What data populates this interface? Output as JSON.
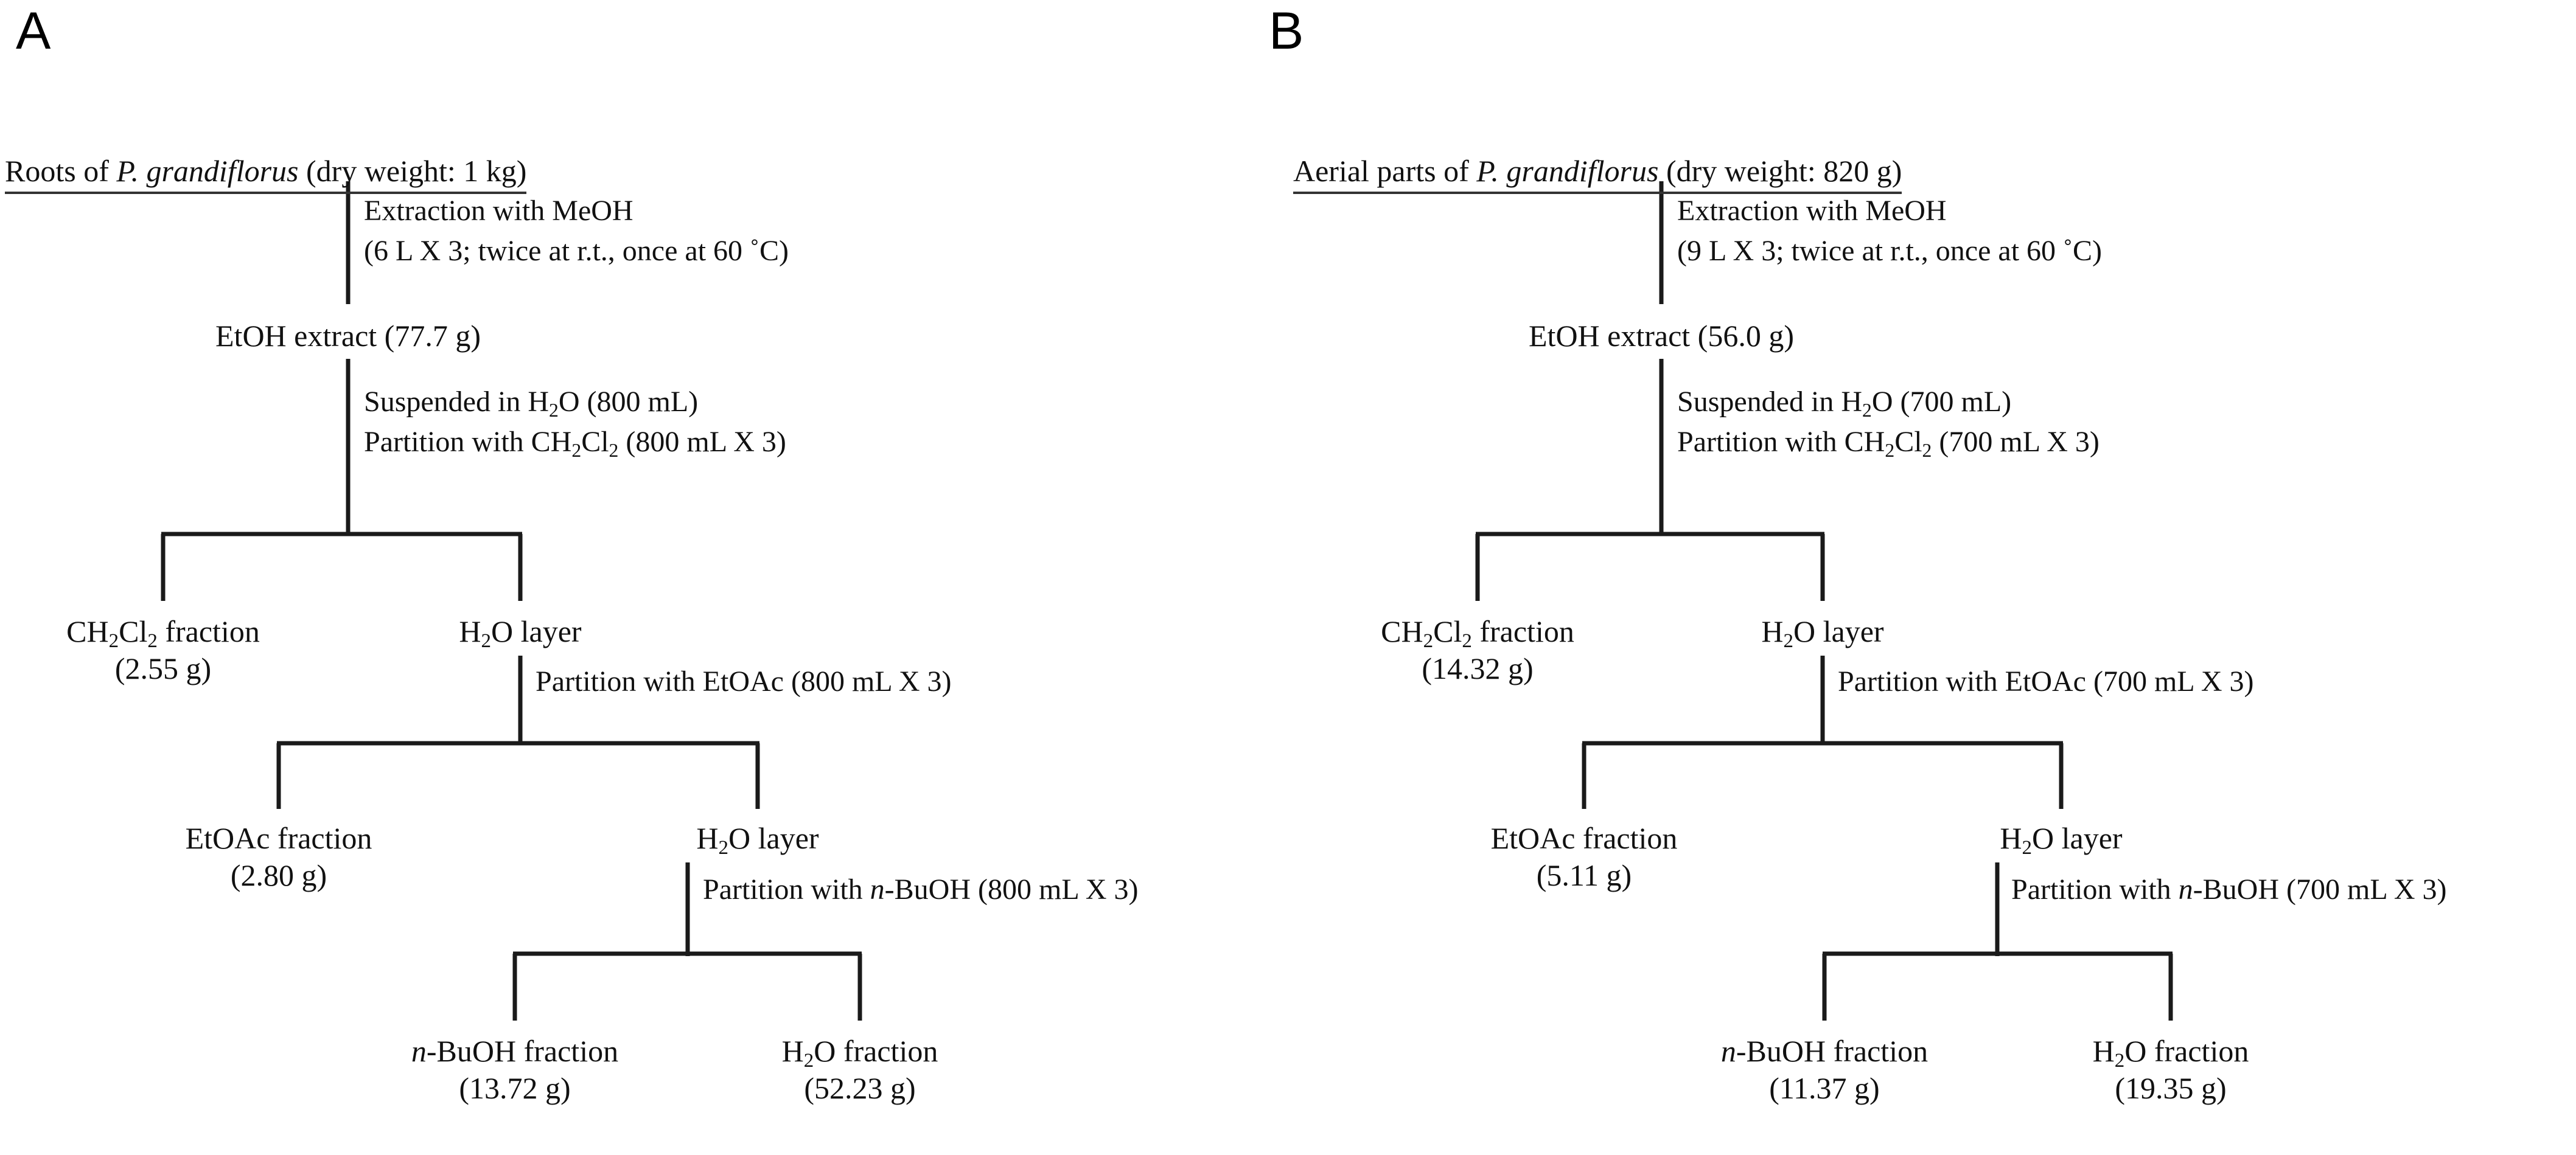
{
  "figure": {
    "type": "flow-diagram",
    "description": "Two-panel extraction and solvent-partition scheme for Platycodon grandiflorus",
    "background_color": "#ffffff",
    "line_color": "#1a1a1a"
  },
  "panels": [
    {
      "label": "A",
      "source": {
        "text": "Roots of P. grandiflorus (dry weight: 1 kg)",
        "plain": "Roots of ",
        "italic": "P. grandiflorus",
        "suffix": " (dry weight: 1 kg)"
      },
      "steps": [
        {
          "name": "extraction",
          "line1": "Extraction with MeOH",
          "line2": "(6 L X 3; twice at r.t., once at 60 °C)"
        },
        {
          "name": "suspension-partition-dcm",
          "line1": "Suspended in H2O (800 mL)",
          "line2": "Partition with CH2Cl2 (800 mL X 3)"
        },
        {
          "name": "partition-etoac",
          "line1": "Partition with EtOAc (800 mL X 3)"
        },
        {
          "name": "partition-nbuoh",
          "line1": "Partition with n-BuOH (800 mL X 3)"
        }
      ],
      "nodes": {
        "extract": {
          "label": "EtOH extract (77.7 g)"
        },
        "dcm_fraction": {
          "label": "CH2Cl2 fraction",
          "amount": "(2.55 g)"
        },
        "water_layer_1": {
          "label": "H2O layer"
        },
        "etoac_fraction": {
          "label": "EtOAc fraction",
          "amount": "(2.80 g)"
        },
        "water_layer_2": {
          "label": "H2O layer"
        },
        "nbuoh_fraction": {
          "label": "n-BuOH fraction",
          "amount": "(13.72 g)"
        },
        "water_fraction": {
          "label": "H2O fraction",
          "amount": "(52.23 g)"
        }
      }
    },
    {
      "label": "B",
      "source": {
        "text": "Aerial parts of P. grandiflorus (dry weight: 820 g)",
        "plain": "Aerial parts of ",
        "italic": "P. grandiflorus",
        "suffix": " (dry weight: 820 g)"
      },
      "steps": [
        {
          "name": "extraction",
          "line1": "Extraction with MeOH",
          "line2": "(9 L X 3; twice at r.t., once at 60 °C)"
        },
        {
          "name": "suspension-partition-dcm",
          "line1": "Suspended in H2O (700 mL)",
          "line2": "Partition with CH2Cl2 (700 mL X 3)"
        },
        {
          "name": "partition-etoac",
          "line1": "Partition with EtOAc (700 mL X 3)"
        },
        {
          "name": "partition-nbuoh",
          "line1": "Partition with n-BuOH (700 mL X 3)"
        }
      ],
      "nodes": {
        "extract": {
          "label": "EtOH extract (56.0 g)"
        },
        "dcm_fraction": {
          "label": "CH2Cl2 fraction",
          "amount": "(14.32 g)"
        },
        "water_layer_1": {
          "label": "H2O layer"
        },
        "etoac_fraction": {
          "label": "EtOAc fraction",
          "amount": "(5.11 g)"
        },
        "water_layer_2": {
          "label": "H2O layer"
        },
        "nbuoh_fraction": {
          "label": "n-BuOH fraction",
          "amount": "(11.37 g)"
        },
        "water_fraction": {
          "label": "H2O fraction",
          "amount": "(19.35 g)"
        }
      }
    }
  ]
}
